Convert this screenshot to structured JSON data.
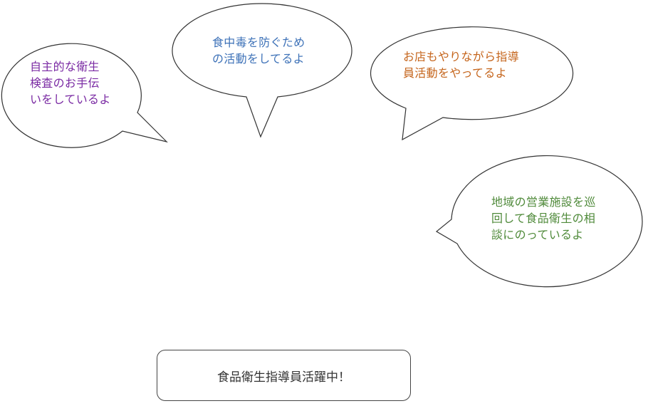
{
  "bubbles": [
    {
      "id": "b1",
      "text": "自主的な衛生\n検査のお手伝\nいをしているよ",
      "color": "#7a2aa3"
    },
    {
      "id": "b2",
      "text": "食中毒を防ぐため\nの活動をしてるよ",
      "color": "#3e72b8"
    },
    {
      "id": "b3",
      "text": "お店もやりながら指導\n員活動をやってるよ",
      "color": "#c5651c"
    },
    {
      "id": "b4",
      "text": "地域の営業施設を巡\n回して食品衛生の相\n談にのっているよ",
      "color": "#4f8a3a"
    }
  ],
  "title": {
    "text": "食品衛生指導員活躍中！"
  },
  "colors": {
    "outline": "#333333",
    "fill": "#ffffff"
  }
}
